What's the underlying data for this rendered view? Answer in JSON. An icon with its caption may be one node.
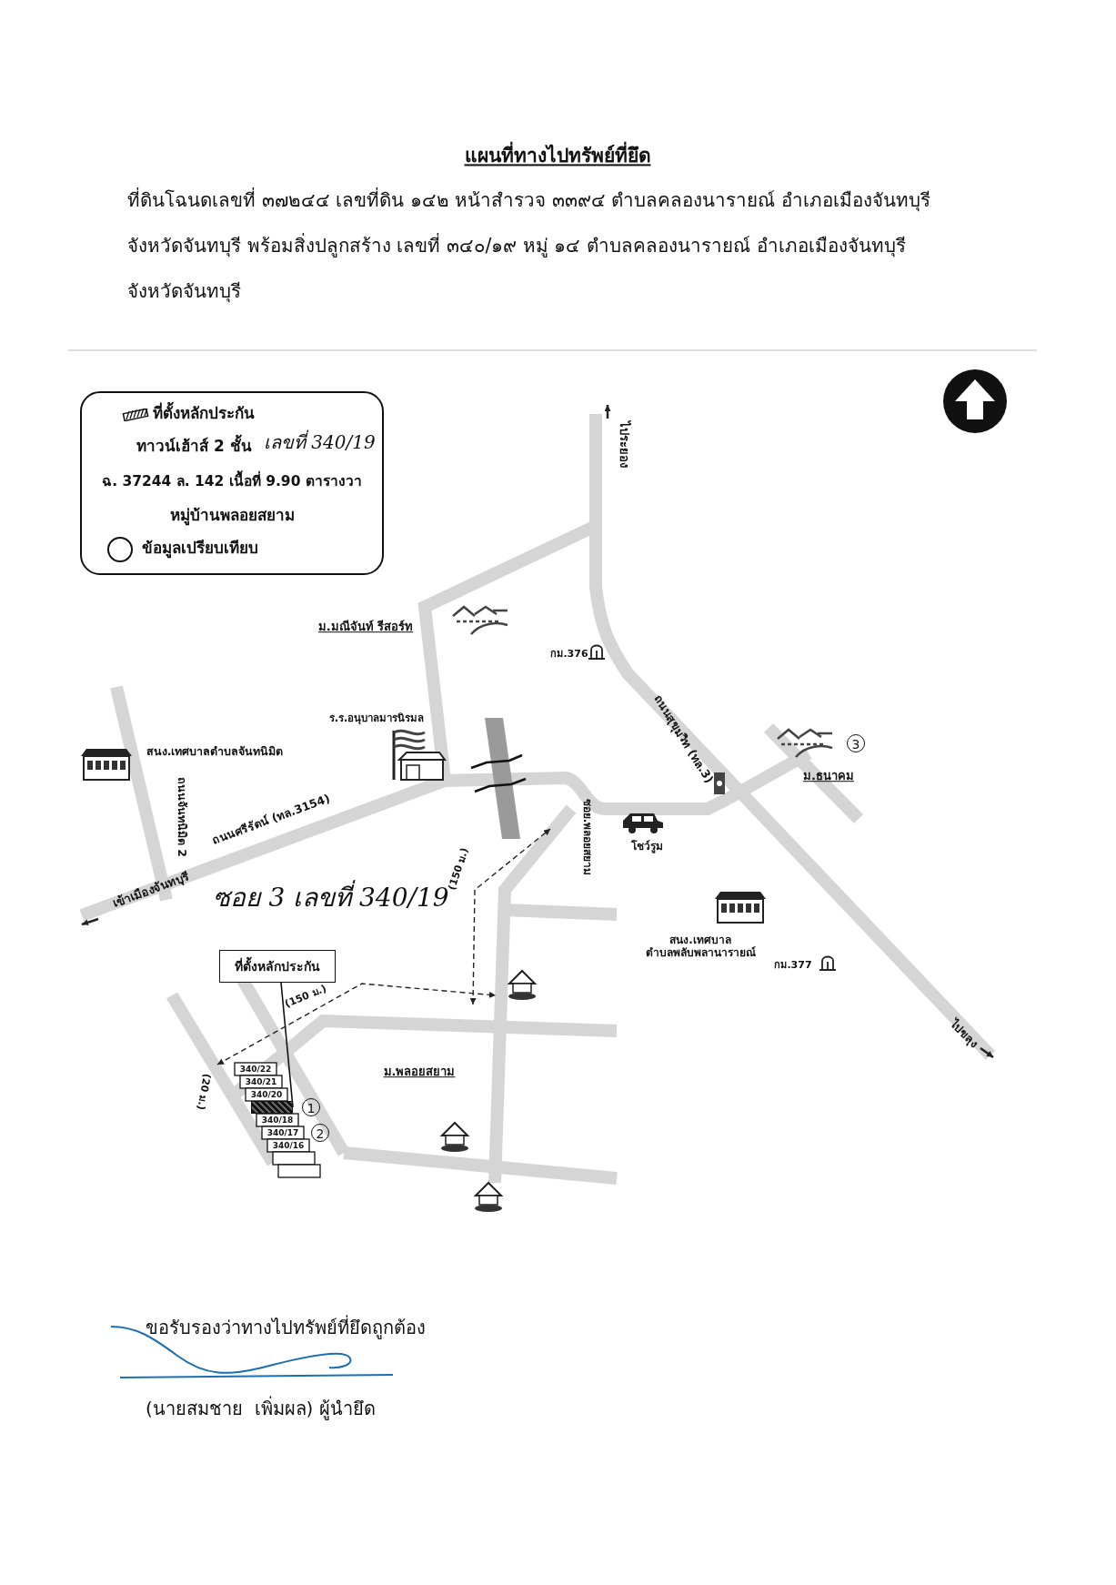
{
  "diagram": {
    "title": "แผนที่ทางไปทรัพย์ที่ยึด",
    "nodes": [
      {
        "text": [
          "ที่ตั้งหลักประกัน",
          "ทาวน์เฮ้าส์ 2 ชั้น",
          "เลขที่ 340/19",
          "ฉ. 37244 ล. 142 เนื้อที่ 9.90 ตารางวา",
          "หมู่บ้านพลอยสยาม",
          "ข้อมูลเปรียบเทียบ"
        ]
      },
      {
        "text": [
          "ที่ตั้งหลักประกัน"
        ]
      },
      {
        "text": [],
        "shape": "box"
      }
    ],
    "edges": [
      {
        "from": 1,
        "to": 2,
        "arrow": "none"
      }
    ],
    "labels": [
      "ที่ดินโฉนดเลขที่ ๓๗๒๔๔ เลขที่ดิน ๑๔๒ หน้าสำรวจ ๓๓๙๔ ตำบลคลองนารายณ์ อำเภอเมืองจันทบุรี จังหวัดจันทบุรี พร้อมสิ่งปลูกสร้าง เลขที่ ๓๔๐/๑๙ หมู่ ๑๔ ตำบลคลองนารายณ์ อำเภอเมืองจันทบุรี จังหวัดจันทบุรี",
      "ไประยอง",
      "ม.มณีจันท์ รีสอร์ท",
      "กม.376",
      "ถนนสุขุมวิท (ทล.3)",
      "ร.ร.อนุบาลมารนิรมล",
      "สนง.เทศบาลตำบลจันทนิมิต",
      "3",
      "ม.ธนาคม",
      "ถนนจันทนิมิต 2",
      "ถนนศรีรัตน์ (ทล.3154)",
      "เข้าเมืองจันทบุรี",
      "ซอย.พลอยสยาม",
      "โชว์รูม",
      "(150 ม.)",
      "ซอย 3 เลขที่ 340/19",
      "(150 ม.)",
      "สนง.เทศบาล ตำบลพลับพลานารายณ์",
      "กม.377",
      "ไปขลุง",
      "ม.พลอยสยาม",
      "(20 ม.)",
      "340/22",
      "340/21",
      "340/20",
      "340/18",
      "340/17",
      "340/16",
      "1",
      "2",
      "ขอรับรองว่าทางไปทรัพย์ที่ยึดถูกต้อง",
      "(นายสมชาย  เพิ่มผล) ผู้นำยึด"
    ]
  }
}
